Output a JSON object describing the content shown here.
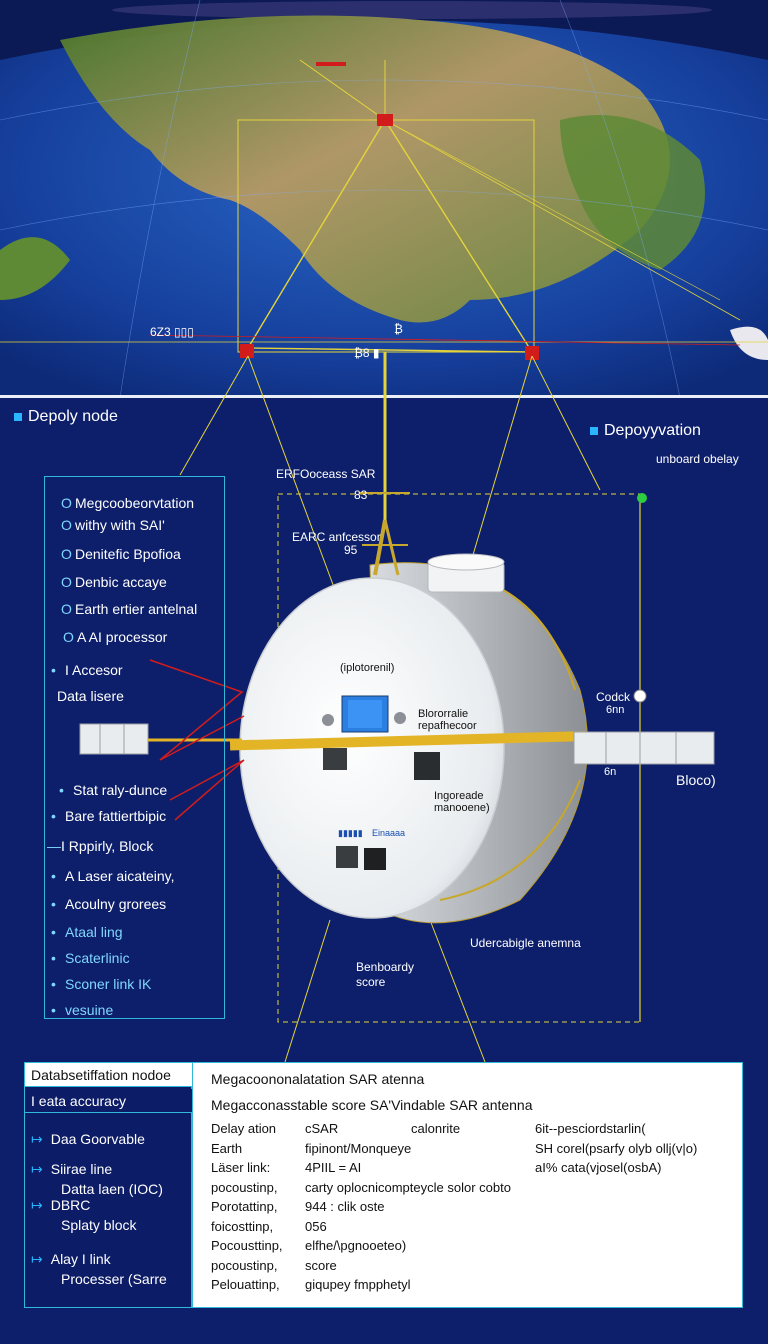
{
  "colors": {
    "background": "#0d1f6b",
    "accent": "#29b6ff",
    "panel_border": "#2fb8d8",
    "guide_yellow": "#e4d43a",
    "marker_red": "#d21c1c"
  },
  "globe_labels": {
    "scale": "6Z3 ▯▯▯",
    "center": "₿",
    "bottom_center": "₿8 ▮"
  },
  "section_left": "Depoly node",
  "section_right": "Depoyyvation",
  "right_sub": "unboard obelay",
  "antenna_labels": {
    "top": "ERFOoceass SAR",
    "top_num": "83",
    "mid": "EARC anfcessor",
    "mid_num": "95"
  },
  "left_panel": [
    {
      "mark": "O",
      "text": "Megcoobeorvtation"
    },
    {
      "mark": "O",
      "text": "withy with SAI'"
    },
    {
      "mark": "O",
      "text": "Denitefic Bpofioa"
    },
    {
      "mark": "O",
      "text": "Denbic accaye"
    },
    {
      "mark": "O",
      "text": "Earth ertier antelnal"
    },
    {
      "mark": "O",
      "text": "A AI processor"
    },
    {
      "mark": "•",
      "text": "I Accesor"
    },
    {
      "mark": "",
      "text": "Data lisere"
    },
    {
      "mark": "•",
      "text": "Stat raly-dunce"
    },
    {
      "mark": "•",
      "text": "Bare fattiertbipic"
    },
    {
      "mark": "—",
      "text": "I Rppirly, Block"
    },
    {
      "mark": "•",
      "text": "A Laser aicateiny,"
    },
    {
      "mark": "•",
      "text": "Acoulny grorees"
    },
    {
      "mark": "•",
      "text": "Ataal ling"
    },
    {
      "mark": "•",
      "text": "Scaterlinic"
    },
    {
      "mark": "•",
      "text": "Sconer link IK"
    },
    {
      "mark": "•",
      "text": "vesuine"
    }
  ],
  "satellite_labels": {
    "top_panel": "(iplotorenil)",
    "board": "Blororralie\nrepafhecoor",
    "lower": "Ingoreade\nmanooene)",
    "tag1": "▮▮▮▮▮",
    "tag2": "Einaaaa",
    "right_block": "Codck",
    "right_num": "6nn",
    "small_num": "6n",
    "block": "Bloco)",
    "antenna": "Udercabigle anemna",
    "score": "Benboardy\nscore"
  },
  "bottom_left": {
    "rows": [
      "Databsetiffation nodoe",
      "I eata accuracy"
    ],
    "items": [
      {
        "arrow": "↦",
        "lines": [
          "Daa Goorvable"
        ]
      },
      {
        "arrow": "↦",
        "lines": [
          "Siirae line",
          "Datta laen (IOC)"
        ]
      },
      {
        "arrow": "↦",
        "lines": [
          "DBRC",
          "Splaty block"
        ]
      },
      {
        "arrow": "↦",
        "lines": [
          "Alay I link",
          "Processer (Sarre"
        ]
      }
    ]
  },
  "bottom_table": {
    "header1": "Megacoononalatation SAR atenna",
    "header2": "Megacconasstable score SA'Vindable SAR antenna",
    "rows": [
      [
        "Delay ation",
        "cSAR",
        "calonrite",
        "6it--pesciordstarlin("
      ],
      [
        "Earth",
        "fipinont/Monqueye",
        "",
        "SH corel(psarfy olyb ollj(v|o)"
      ],
      [
        "Läser link:",
        "4PIIL = AI",
        "",
        "aI% cata(vjosel(osbA)"
      ],
      [
        "pocoustinp,",
        "carty oplocnicompteycle solor cobto",
        "",
        ""
      ],
      [
        "Porotattinp,",
        "944 : clik oste",
        "",
        ""
      ],
      [
        "foicosttinp,",
        "056",
        "",
        ""
      ],
      [
        "Pocousttinp,",
        "elfhe/\\pgnooeteo)",
        "",
        ""
      ],
      [
        "pocoustinp,",
        "score",
        "",
        ""
      ],
      [
        "Pelouattinp,",
        "giqupey fmpphetyl",
        "",
        ""
      ]
    ]
  }
}
